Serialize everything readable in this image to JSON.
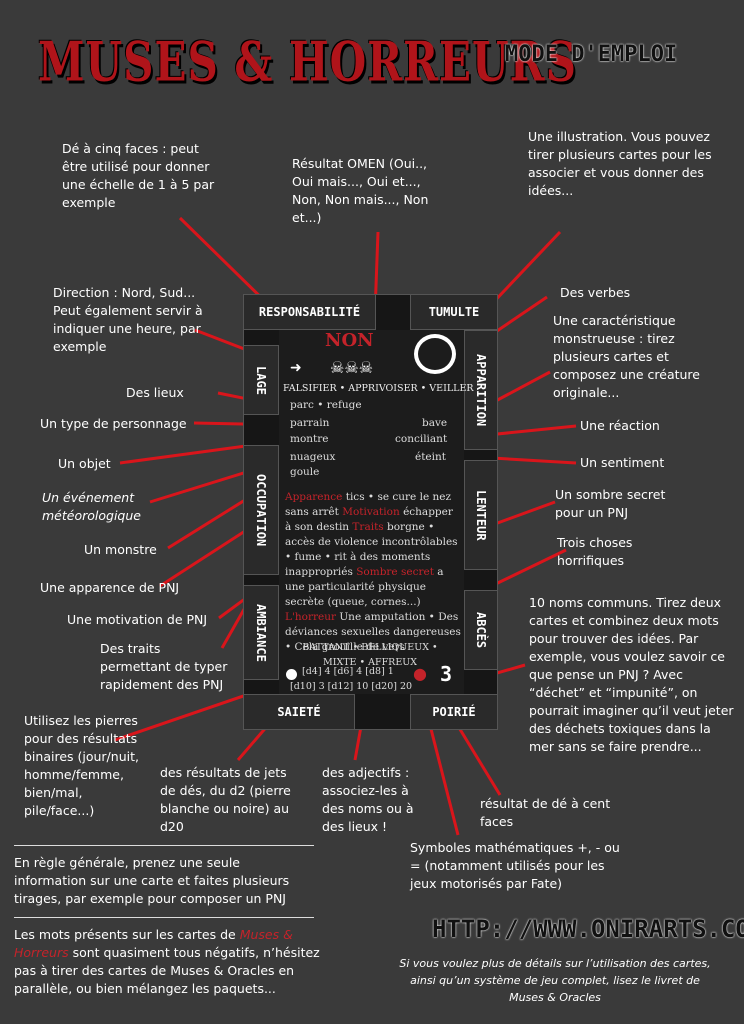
{
  "header": {
    "title": "MUSES & HORREURS",
    "mode": "MODE D'EMPLOI"
  },
  "notes": {
    "de5": "Dé à cinq faces : peut être utilisé pour donner une échelle de 1 à 5 par exemple",
    "omen": "Résultat OMEN (Oui.., Oui mais..., Oui et..., Non, Non mais..., Non et...)",
    "illustration": "Une illustration. Vous pouvez tirer plusieurs cartes pour les associer et vous donner des idées...",
    "direction": "Direction : Nord, Sud... Peut également servir à indiquer une heure, par exemple",
    "verbes": "Des verbes",
    "monstre_carac": "Une caractéristique monstrueuse : tirez plusieurs cartes et composez une créature originale...",
    "lieux": "Des lieux",
    "personnage": "Un type de personnage",
    "reaction": "Une réaction",
    "objet": "Un objet",
    "sentiment": "Un sentiment",
    "meteo": "Un événement météorologique",
    "secret": "Un sombre secret pour un PNJ",
    "monstre": "Un monstre",
    "horrifiques": "Trois choses horrifiques",
    "apparence": "Une apparence de PNJ",
    "motivation": "Une motivation de PNJ",
    "noms": "10 noms communs. Tirez deux cartes et combinez deux mots pour trouver des idées. Par exemple, vous voulez savoir ce que pense un PNJ ? Avec “déchet” et “impunité”, on pourrait imaginer qu’il veut jeter des déchets toxiques dans la mer sans se faire prendre...",
    "traits": "Des traits permettant de typer rapidement des PNJ",
    "pierres": "Utilisez les pierres pour des résultats binaires (jour/nuit, homme/femme, bien/mal, pile/face...)",
    "jets": "des résultats de jets de dés, du d2 (pierre blanche ou noire) au d20",
    "adjectifs": "des adjectifs : associez-les à des noms ou à des lieux !",
    "cent": "résultat de dé à cent faces",
    "symboles": "Symboles mathématiques +, - ou = (notamment utilisés pour les jeux motorisés par Fate)"
  },
  "bottom": {
    "rule": "En règle générale, prenez une seule information sur une carte et faites plusieurs tirages, par exemple pour composer un PNJ",
    "mots_a": "Les mots présents sur les cartes de",
    "mots_brand": "Muses & Horreurs",
    "mots_b": "sont quasiment tous négatifs, n’hésitez pas à tirer des cartes de Muses & Oracles en parallèle, ou bien mélangez les paquets...",
    "url": "HTTP://WWW.ONIRARTS.COM",
    "foot1": "Si vous voulez plus de détails sur l’utilisation des cartes, ainsi qu’un système de jeu complet, lisez le livret de",
    "foot2": "Muses & Oracles"
  },
  "card": {
    "top_left": "RESPONSABILITÉ",
    "top_right": "TUMULTE",
    "left_1": "LAGE",
    "left_2": "OCCUPATION",
    "left_3": "AMBIANCE",
    "right_1": "APPARITION",
    "right_2": "LENTEUR",
    "right_3": "ABCÈS",
    "bottom_left": "SAIETÉ",
    "bottom_right": "POIRIÉ",
    "omen": "NON",
    "verbs": "FALSIFIER • APPRIVOISER • VEILLER",
    "lieu": "parc • refuge",
    "perso": "parrain",
    "reaction": "bave",
    "objet": "montre",
    "emotion": "conciliant",
    "meteo": "nuageux",
    "sentiment": "éteint",
    "monstre": "goule",
    "apparence_label": "Apparence",
    "apparence": "tics • se cure le nez sans arrêt",
    "motivation_label": "Motivation",
    "motivation": "échapper à son destin",
    "traits_label": "Traits",
    "traits": "borgne • accès de violence incontrôlables • fume • rit à des moments inappropriés",
    "secret_label": "Sombre secret",
    "secret": "a une particularité physique secrète (queue, cornes...)",
    "horreur_label": "L'horreur",
    "horreur": "Une amputation • Des déviances sexuelles dangereuses • Cela grouille de vers",
    "adjectifs": "BATTANT • BELLIQUEUX • MIXTE • AFFREUX",
    "dice_1": "[d4] 4  [d6] 4  [d8] 1",
    "dice_2": "[d10] 3  [d12] 10  [d20] 20",
    "d100": "3"
  }
}
